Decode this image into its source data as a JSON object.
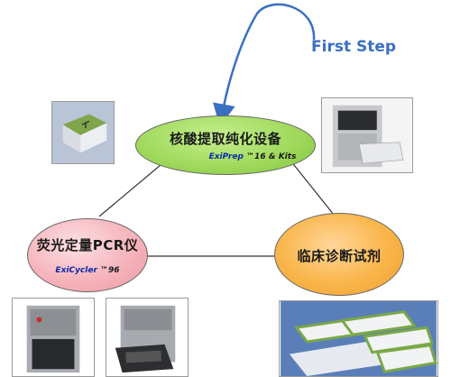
{
  "annotation": {
    "first_step": "First Step"
  },
  "nodes": {
    "nucleic_acid": {
      "title": "核酸提取纯化设备",
      "sub_brand": "ExiPrep",
      "sub_rest": " ™16 & Kits",
      "color": "#9ed85a"
    },
    "pcr": {
      "title": "荧光定量PCR仪",
      "sub_brand": "ExiCycler",
      "sub_rest": " ™96",
      "color": "#f6b4bc"
    },
    "diagnostic": {
      "title": "临床诊断试剂",
      "color": "#f9b54a"
    }
  },
  "photos": {
    "kit_box": "kit-box-photo",
    "prep_instrument": "exiprep-instrument-photo",
    "cycler_closed": "exicycler-closed-photo",
    "cycler_open": "exicycler-open-photo",
    "reagent_kits": "reagent-kits-photo"
  },
  "colors": {
    "arrow": "#3a6fc4",
    "lines": "#333333"
  }
}
